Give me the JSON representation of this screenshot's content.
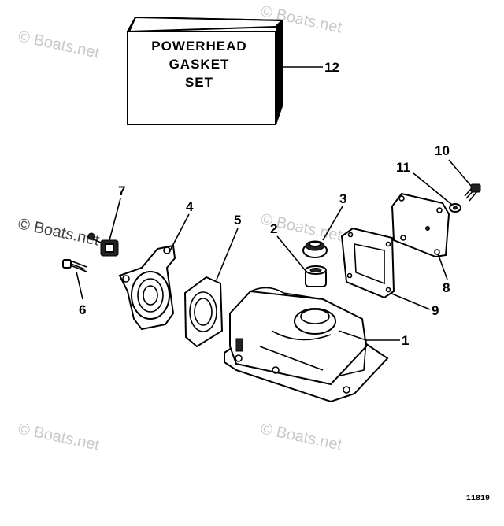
{
  "watermark": "© Boats.net",
  "kit_box": {
    "lines": [
      "POWERHEAD",
      "GASKET",
      "SET"
    ]
  },
  "callouts": [
    "1",
    "2",
    "3",
    "4",
    "5",
    "6",
    "7",
    "8",
    "9",
    "10",
    "11",
    "12"
  ],
  "figure_number": "11819"
}
